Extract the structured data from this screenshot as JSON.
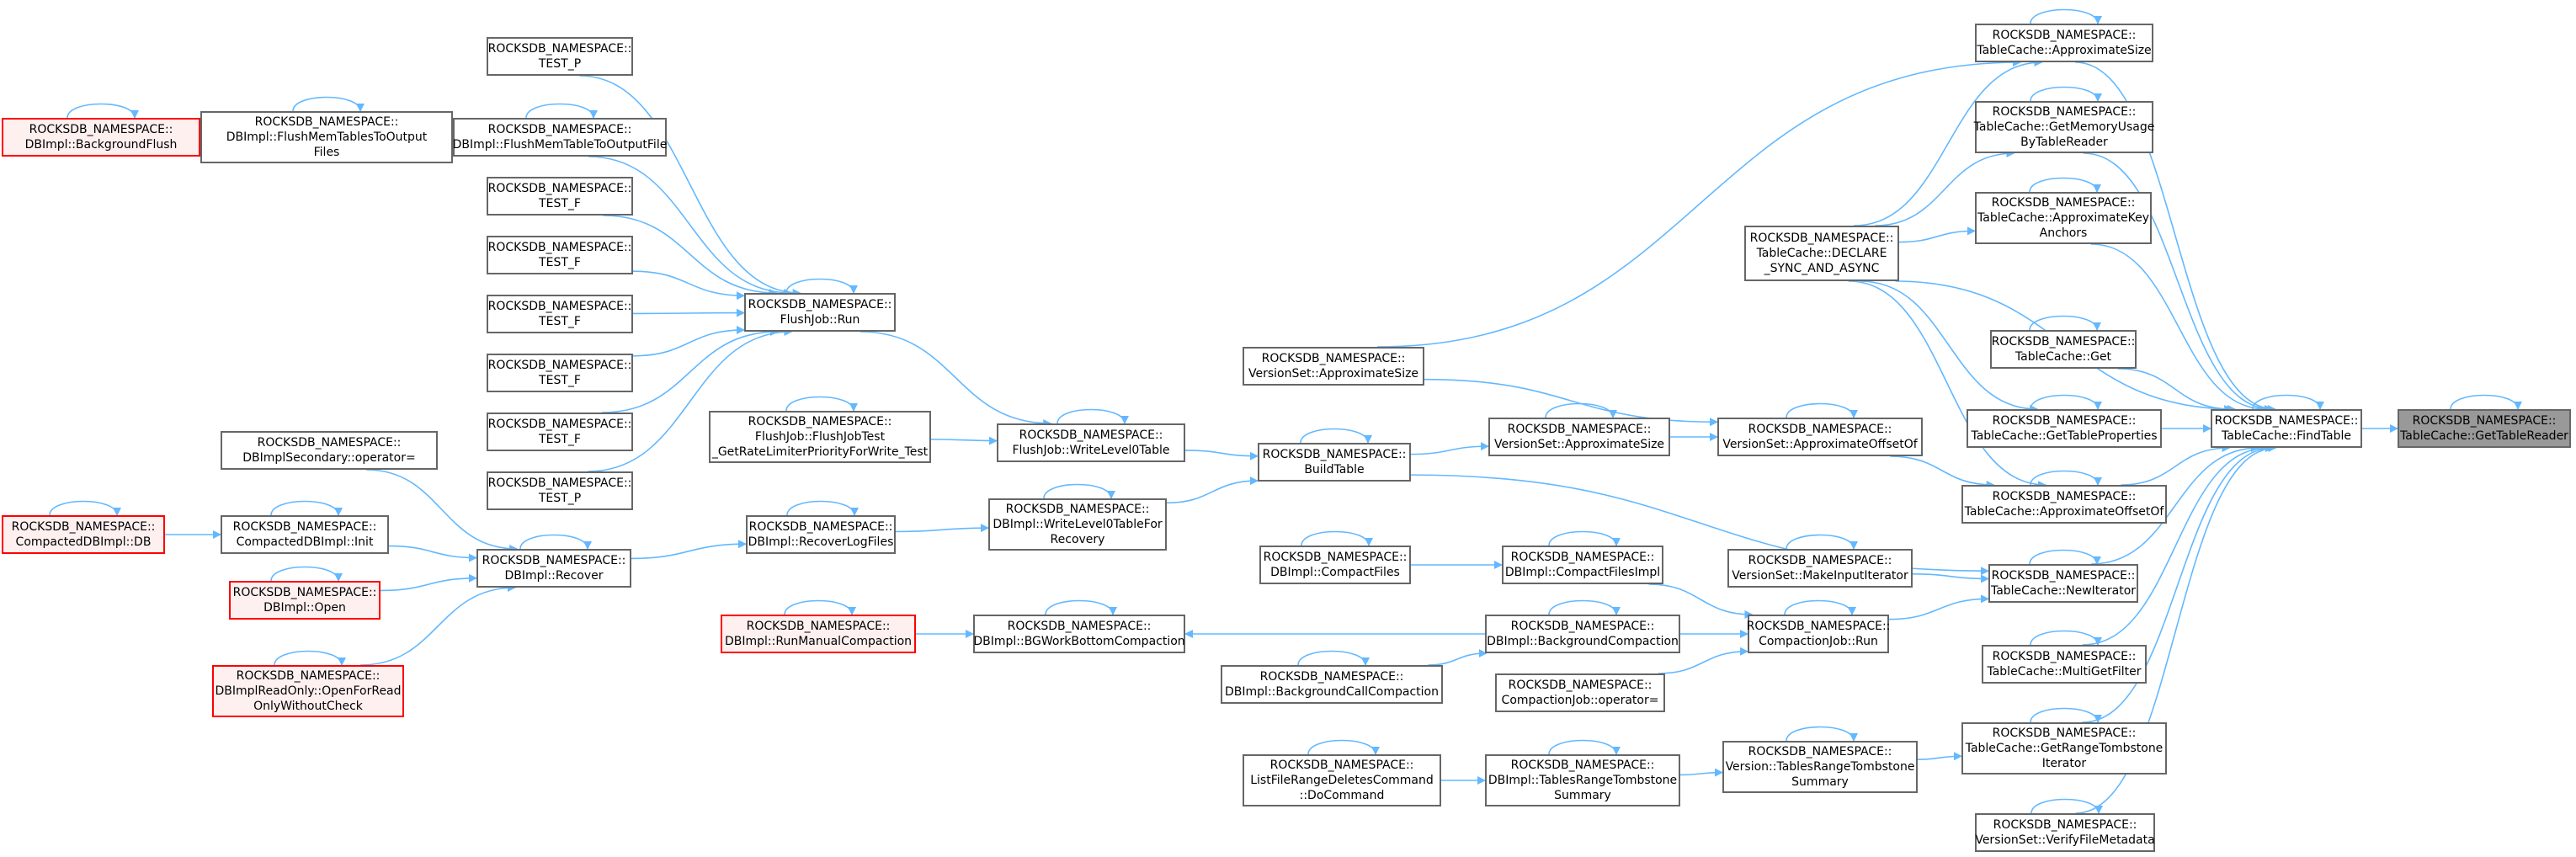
{
  "colors": {
    "edge": "#63b8ff",
    "border": "#666666",
    "highlight_border": "#ff0000",
    "highlight_fill": "#fff0f0",
    "focus_fill": "#999999"
  },
  "nodes": [
    {
      "id": "bgflush",
      "lines": [
        "ROCKSDB_NAMESPACE::",
        "DBImpl::BackgroundFlush"
      ],
      "style": "red"
    },
    {
      "id": "flushmemtables",
      "lines": [
        "ROCKSDB_NAMESPACE::",
        "DBImpl::FlushMemTablesToOutput",
        "Files"
      ],
      "style": ""
    },
    {
      "id": "flushmemtable",
      "lines": [
        "ROCKSDB_NAMESPACE::",
        "DBImpl::FlushMemTableToOutputFile"
      ],
      "style": ""
    },
    {
      "id": "testp1",
      "lines": [
        "ROCKSDB_NAMESPACE::",
        "TEST_P"
      ],
      "style": ""
    },
    {
      "id": "testf1",
      "lines": [
        "ROCKSDB_NAMESPACE::",
        "TEST_F"
      ],
      "style": ""
    },
    {
      "id": "testf2",
      "lines": [
        "ROCKSDB_NAMESPACE::",
        "TEST_F"
      ],
      "style": ""
    },
    {
      "id": "testf3",
      "lines": [
        "ROCKSDB_NAMESPACE::",
        "TEST_F"
      ],
      "style": ""
    },
    {
      "id": "testf4",
      "lines": [
        "ROCKSDB_NAMESPACE::",
        "TEST_F"
      ],
      "style": ""
    },
    {
      "id": "testf5",
      "lines": [
        "ROCKSDB_NAMESPACE::",
        "TEST_F"
      ],
      "style": ""
    },
    {
      "id": "testp2",
      "lines": [
        "ROCKSDB_NAMESPACE::",
        "TEST_P"
      ],
      "style": ""
    },
    {
      "id": "flushjobrun",
      "lines": [
        "ROCKSDB_NAMESPACE::",
        "FlushJob::Run"
      ],
      "style": ""
    },
    {
      "id": "flushjobtest",
      "lines": [
        "ROCKSDB_NAMESPACE::",
        "FlushJob::FlushJobTest",
        "_GetRateLimiterPriorityForWrite_Test"
      ],
      "style": ""
    },
    {
      "id": "writelevel0",
      "lines": [
        "ROCKSDB_NAMESPACE::",
        "FlushJob::WriteLevel0Table"
      ],
      "style": ""
    },
    {
      "id": "dbsecondary",
      "lines": [
        "ROCKSDB_NAMESPACE::",
        "DBImplSecondary::operator="
      ],
      "style": ""
    },
    {
      "id": "compacteddb",
      "lines": [
        "ROCKSDB_NAMESPACE::",
        "CompactedDBImpl::DB"
      ],
      "style": "red"
    },
    {
      "id": "compactedinit",
      "lines": [
        "ROCKSDB_NAMESPACE::",
        "CompactedDBImpl::Init"
      ],
      "style": ""
    },
    {
      "id": "dbopen",
      "lines": [
        "ROCKSDB_NAMESPACE::",
        "DBImpl::Open"
      ],
      "style": "red"
    },
    {
      "id": "openforread",
      "lines": [
        "ROCKSDB_NAMESPACE::",
        "DBImplReadOnly::OpenForRead",
        "OnlyWithoutCheck"
      ],
      "style": "red"
    },
    {
      "id": "recover",
      "lines": [
        "ROCKSDB_NAMESPACE::",
        "DBImpl::Recover"
      ],
      "style": ""
    },
    {
      "id": "recoverlog",
      "lines": [
        "ROCKSDB_NAMESPACE::",
        "DBImpl::RecoverLogFiles"
      ],
      "style": ""
    },
    {
      "id": "writelevel0recovery",
      "lines": [
        "ROCKSDB_NAMESPACE::",
        "DBImpl::WriteLevel0TableFor",
        "Recovery"
      ],
      "style": ""
    },
    {
      "id": "runmanual",
      "lines": [
        "ROCKSDB_NAMESPACE::",
        "DBImpl::RunManualCompaction"
      ],
      "style": "red"
    },
    {
      "id": "bgworkbottom",
      "lines": [
        "ROCKSDB_NAMESPACE::",
        "DBImpl::BGWorkBottomCompaction"
      ],
      "style": ""
    },
    {
      "id": "bgcallcompaction",
      "lines": [
        "ROCKSDB_NAMESPACE::",
        "DBImpl::BackgroundCallCompaction"
      ],
      "style": ""
    },
    {
      "id": "listfilerange",
      "lines": [
        "ROCKSDB_NAMESPACE::",
        "ListFileRangeDeletesCommand",
        "::DoCommand"
      ],
      "style": ""
    },
    {
      "id": "vsapproxsize1",
      "lines": [
        "ROCKSDB_NAMESPACE::",
        "VersionSet::ApproximateSize"
      ],
      "style": ""
    },
    {
      "id": "buildtable",
      "lines": [
        "ROCKSDB_NAMESPACE::",
        "BuildTable"
      ],
      "style": ""
    },
    {
      "id": "compactfiles",
      "lines": [
        "ROCKSDB_NAMESPACE::",
        "DBImpl::CompactFiles"
      ],
      "style": ""
    },
    {
      "id": "vsapproxsize2",
      "lines": [
        "ROCKSDB_NAMESPACE::",
        "VersionSet::ApproximateSize"
      ],
      "style": ""
    },
    {
      "id": "compactfilesimpl",
      "lines": [
        "ROCKSDB_NAMESPACE::",
        "DBImpl::CompactFilesImpl"
      ],
      "style": ""
    },
    {
      "id": "bgcompaction",
      "lines": [
        "ROCKSDB_NAMESPACE::",
        "DBImpl::BackgroundCompaction"
      ],
      "style": ""
    },
    {
      "id": "compactionop",
      "lines": [
        "ROCKSDB_NAMESPACE::",
        "CompactionJob::operator="
      ],
      "style": ""
    },
    {
      "id": "tablesrange",
      "lines": [
        "ROCKSDB_NAMESPACE::",
        "DBImpl::TablesRangeTombstone",
        "Summary"
      ],
      "style": ""
    },
    {
      "id": "tcdeclare",
      "lines": [
        "ROCKSDB_NAMESPACE::",
        "TableCache::DECLARE",
        "_SYNC_AND_ASYNC"
      ],
      "style": ""
    },
    {
      "id": "vsapproxoffset",
      "lines": [
        "ROCKSDB_NAMESPACE::",
        "VersionSet::ApproximateOffsetOf"
      ],
      "style": ""
    },
    {
      "id": "vsmakeinput",
      "lines": [
        "ROCKSDB_NAMESPACE::",
        "VersionSet::MakeInputIterator"
      ],
      "style": ""
    },
    {
      "id": "compactionrun",
      "lines": [
        "ROCKSDB_NAMESPACE::",
        "CompactionJob::Run"
      ],
      "style": ""
    },
    {
      "id": "vtablesrange",
      "lines": [
        "ROCKSDB_NAMESPACE::",
        "Version::TablesRangeTombstone",
        "Summary"
      ],
      "style": ""
    },
    {
      "id": "tcapproxsize",
      "lines": [
        "ROCKSDB_NAMESPACE::",
        "TableCache::ApproximateSize"
      ],
      "style": ""
    },
    {
      "id": "tcgetmem",
      "lines": [
        "ROCKSDB_NAMESPACE::",
        "TableCache::GetMemoryUsage",
        "ByTableReader"
      ],
      "style": ""
    },
    {
      "id": "tcapproxkey",
      "lines": [
        "ROCKSDB_NAMESPACE::",
        "TableCache::ApproximateKey",
        "Anchors"
      ],
      "style": ""
    },
    {
      "id": "tcget",
      "lines": [
        "ROCKSDB_NAMESPACE::",
        "TableCache::Get"
      ],
      "style": ""
    },
    {
      "id": "tcgetprops",
      "lines": [
        "ROCKSDB_NAMESPACE::",
        "TableCache::GetTableProperties"
      ],
      "style": ""
    },
    {
      "id": "tcapproxoffset",
      "lines": [
        "ROCKSDB_NAMESPACE::",
        "TableCache::ApproximateOffsetOf"
      ],
      "style": ""
    },
    {
      "id": "tcnewiter",
      "lines": [
        "ROCKSDB_NAMESPACE::",
        "TableCache::NewIterator"
      ],
      "style": ""
    },
    {
      "id": "tcmultiget",
      "lines": [
        "ROCKSDB_NAMESPACE::",
        "TableCache::MultiGetFilter"
      ],
      "style": ""
    },
    {
      "id": "tcgetrange",
      "lines": [
        "ROCKSDB_NAMESPACE::",
        "TableCache::GetRangeTombstone",
        "Iterator"
      ],
      "style": ""
    },
    {
      "id": "vsverify",
      "lines": [
        "ROCKSDB_NAMESPACE::",
        "VersionSet::VerifyFileMetadata"
      ],
      "style": ""
    },
    {
      "id": "tcfindtable",
      "lines": [
        "ROCKSDB_NAMESPACE::",
        "TableCache::FindTable"
      ],
      "style": ""
    },
    {
      "id": "tcgettablereader",
      "lines": [
        "ROCKSDB_NAMESPACE::",
        "TableCache::GetTableReader"
      ],
      "style": "focus"
    }
  ],
  "edges": [
    [
      "bgflush",
      "flushmemtables"
    ],
    [
      "flushmemtables",
      "flushmemtable"
    ],
    [
      "flushmemtable",
      "flushjobrun"
    ],
    [
      "testp1",
      "flushjobrun"
    ],
    [
      "testf1",
      "flushjobrun"
    ],
    [
      "testf2",
      "flushjobrun"
    ],
    [
      "testf3",
      "flushjobrun"
    ],
    [
      "testf4",
      "flushjobrun"
    ],
    [
      "testf5",
      "flushjobrun"
    ],
    [
      "testp2",
      "flushjobrun"
    ],
    [
      "flushjobrun",
      "writelevel0"
    ],
    [
      "flushjobtest",
      "writelevel0"
    ],
    [
      "writelevel0",
      "buildtable"
    ],
    [
      "dbsecondary",
      "recover"
    ],
    [
      "compacteddb",
      "compactedinit"
    ],
    [
      "compactedinit",
      "recover"
    ],
    [
      "dbopen",
      "recover"
    ],
    [
      "openforread",
      "recover"
    ],
    [
      "recover",
      "recoverlog"
    ],
    [
      "recoverlog",
      "writelevel0recovery"
    ],
    [
      "writelevel0recovery",
      "buildtable"
    ],
    [
      "runmanual",
      "bgworkbottom"
    ],
    [
      "bgcompaction",
      "bgworkbottom"
    ],
    [
      "bgcallcompaction",
      "bgcompaction"
    ],
    [
      "compactfiles",
      "compactfilesimpl"
    ],
    [
      "compactfilesimpl",
      "compactionrun"
    ],
    [
      "bgcompaction",
      "compactionrun"
    ],
    [
      "compactionop",
      "compactionrun"
    ],
    [
      "listfilerange",
      "tablesrange"
    ],
    [
      "tablesrange",
      "vtablesrange"
    ],
    [
      "buildtable",
      "vsapproxsize2"
    ],
    [
      "vsapproxsize1",
      "vsapproxoffset"
    ],
    [
      "vsapproxsize2",
      "vsapproxoffset"
    ],
    [
      "vsapproxsize1",
      "tcapproxsize"
    ],
    [
      "buildtable",
      "tcnewiter"
    ],
    [
      "vsmakeinput",
      "tcnewiter"
    ],
    [
      "compactionrun",
      "tcnewiter"
    ],
    [
      "vtablesrange",
      "tcgetrange"
    ],
    [
      "vsapproxoffset",
      "tcapproxoffset"
    ],
    [
      "tcdeclare",
      "tcapproxsize"
    ],
    [
      "tcdeclare",
      "tcgetmem"
    ],
    [
      "tcdeclare",
      "tcapproxkey"
    ],
    [
      "tcdeclare",
      "tcgetprops"
    ],
    [
      "tcdeclare",
      "tcapproxoffset"
    ],
    [
      "tcdeclare",
      "tcfindtable"
    ],
    [
      "tcapproxsize",
      "tcfindtable"
    ],
    [
      "tcgetmem",
      "tcfindtable"
    ],
    [
      "tcapproxkey",
      "tcfindtable"
    ],
    [
      "tcget",
      "tcfindtable"
    ],
    [
      "tcgetprops",
      "tcfindtable"
    ],
    [
      "tcapproxoffset",
      "tcfindtable"
    ],
    [
      "tcnewiter",
      "tcfindtable"
    ],
    [
      "tcmultiget",
      "tcfindtable"
    ],
    [
      "tcgetrange",
      "tcfindtable"
    ],
    [
      "vsverify",
      "tcfindtable"
    ],
    [
      "tcfindtable",
      "tcgettablereader"
    ]
  ],
  "self_loops": [
    "bgflush",
    "flushmemtables",
    "flushmemtable",
    "flushjobrun",
    "flushjobtest",
    "writelevel0",
    "compacteddb",
    "compactedinit",
    "dbopen",
    "openforread",
    "recover",
    "recoverlog",
    "writelevel0recovery",
    "runmanual",
    "bgworkbottom",
    "bgcallcompaction",
    "listfilerange",
    "buildtable",
    "compactfiles",
    "vsapproxsize2",
    "compactfilesimpl",
    "bgcompaction",
    "tablesrange",
    "vsapproxoffset",
    "vsmakeinput",
    "compactionrun",
    "vtablesrange",
    "tcapproxsize",
    "tcgetmem",
    "tcapproxkey",
    "tcget",
    "tcgetprops",
    "tcapproxoffset",
    "tcnewiter",
    "tcmultiget",
    "tcgetrange",
    "vsverify",
    "tcfindtable",
    "tcgettablereader"
  ]
}
